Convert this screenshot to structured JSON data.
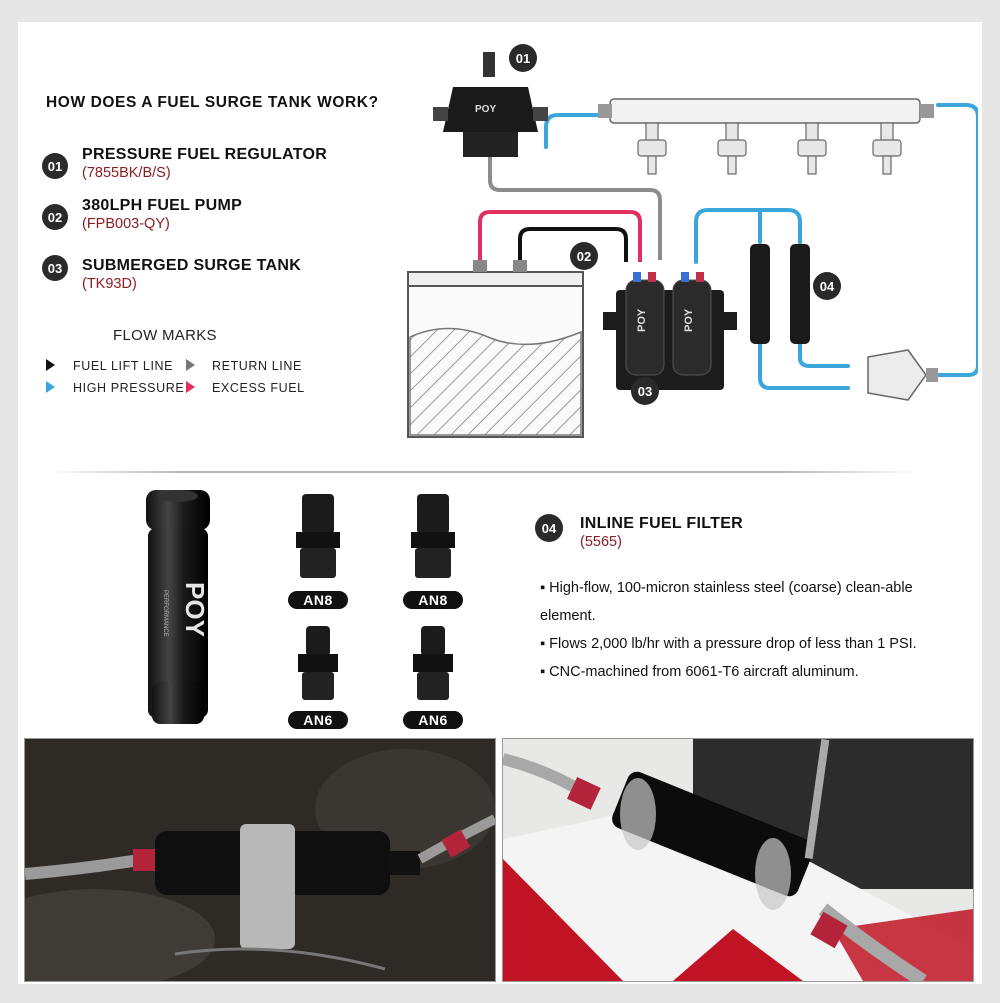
{
  "heading": "HOW DOES A FUEL SURGE TANK WORK?",
  "components": [
    {
      "num": "01",
      "name": "PRESSURE FUEL REGULATOR",
      "code": "(7855BK/B/S)"
    },
    {
      "num": "02",
      "name": "380LPH FUEL PUMP",
      "code": "(FPB003-QY)"
    },
    {
      "num": "03",
      "name": "SUBMERGED SURGE TANK",
      "code": "(TK93D)"
    }
  ],
  "flow_marks": {
    "title": "FLOW MARKS",
    "items": [
      {
        "label": "FUEL LIFT LINE",
        "color": "#111111"
      },
      {
        "label": "RETURN LINE",
        "color": "#777777"
      },
      {
        "label": "HIGH PRESSURE",
        "color": "#3aa6dc"
      },
      {
        "label": "EXCESS FUEL",
        "color": "#e0305e"
      }
    ]
  },
  "diagram_badges": [
    "01",
    "02",
    "03",
    "04"
  ],
  "filter": {
    "num": "04",
    "name": "INLINE FUEL FILTER",
    "code": "(5565)",
    "brand": "POY",
    "brand_sub": "PERFORMANCE",
    "bullets": [
      "High-flow, 100-micron stainless steel (coarse) clean-able element.",
      "Flows 2,000 lb/hr with a pressure drop of less than 1 PSI.",
      "CNC-machined from 6061-T6 aircraft aluminum."
    ]
  },
  "fittings": [
    "AN8",
    "AN8",
    "AN6",
    "AN6"
  ],
  "colors": {
    "high_pressure": "#3aa6dc",
    "excess_fuel": "#e0305e",
    "return_line": "#777777",
    "lift_line": "#111111",
    "code_text": "#8b1d24"
  }
}
